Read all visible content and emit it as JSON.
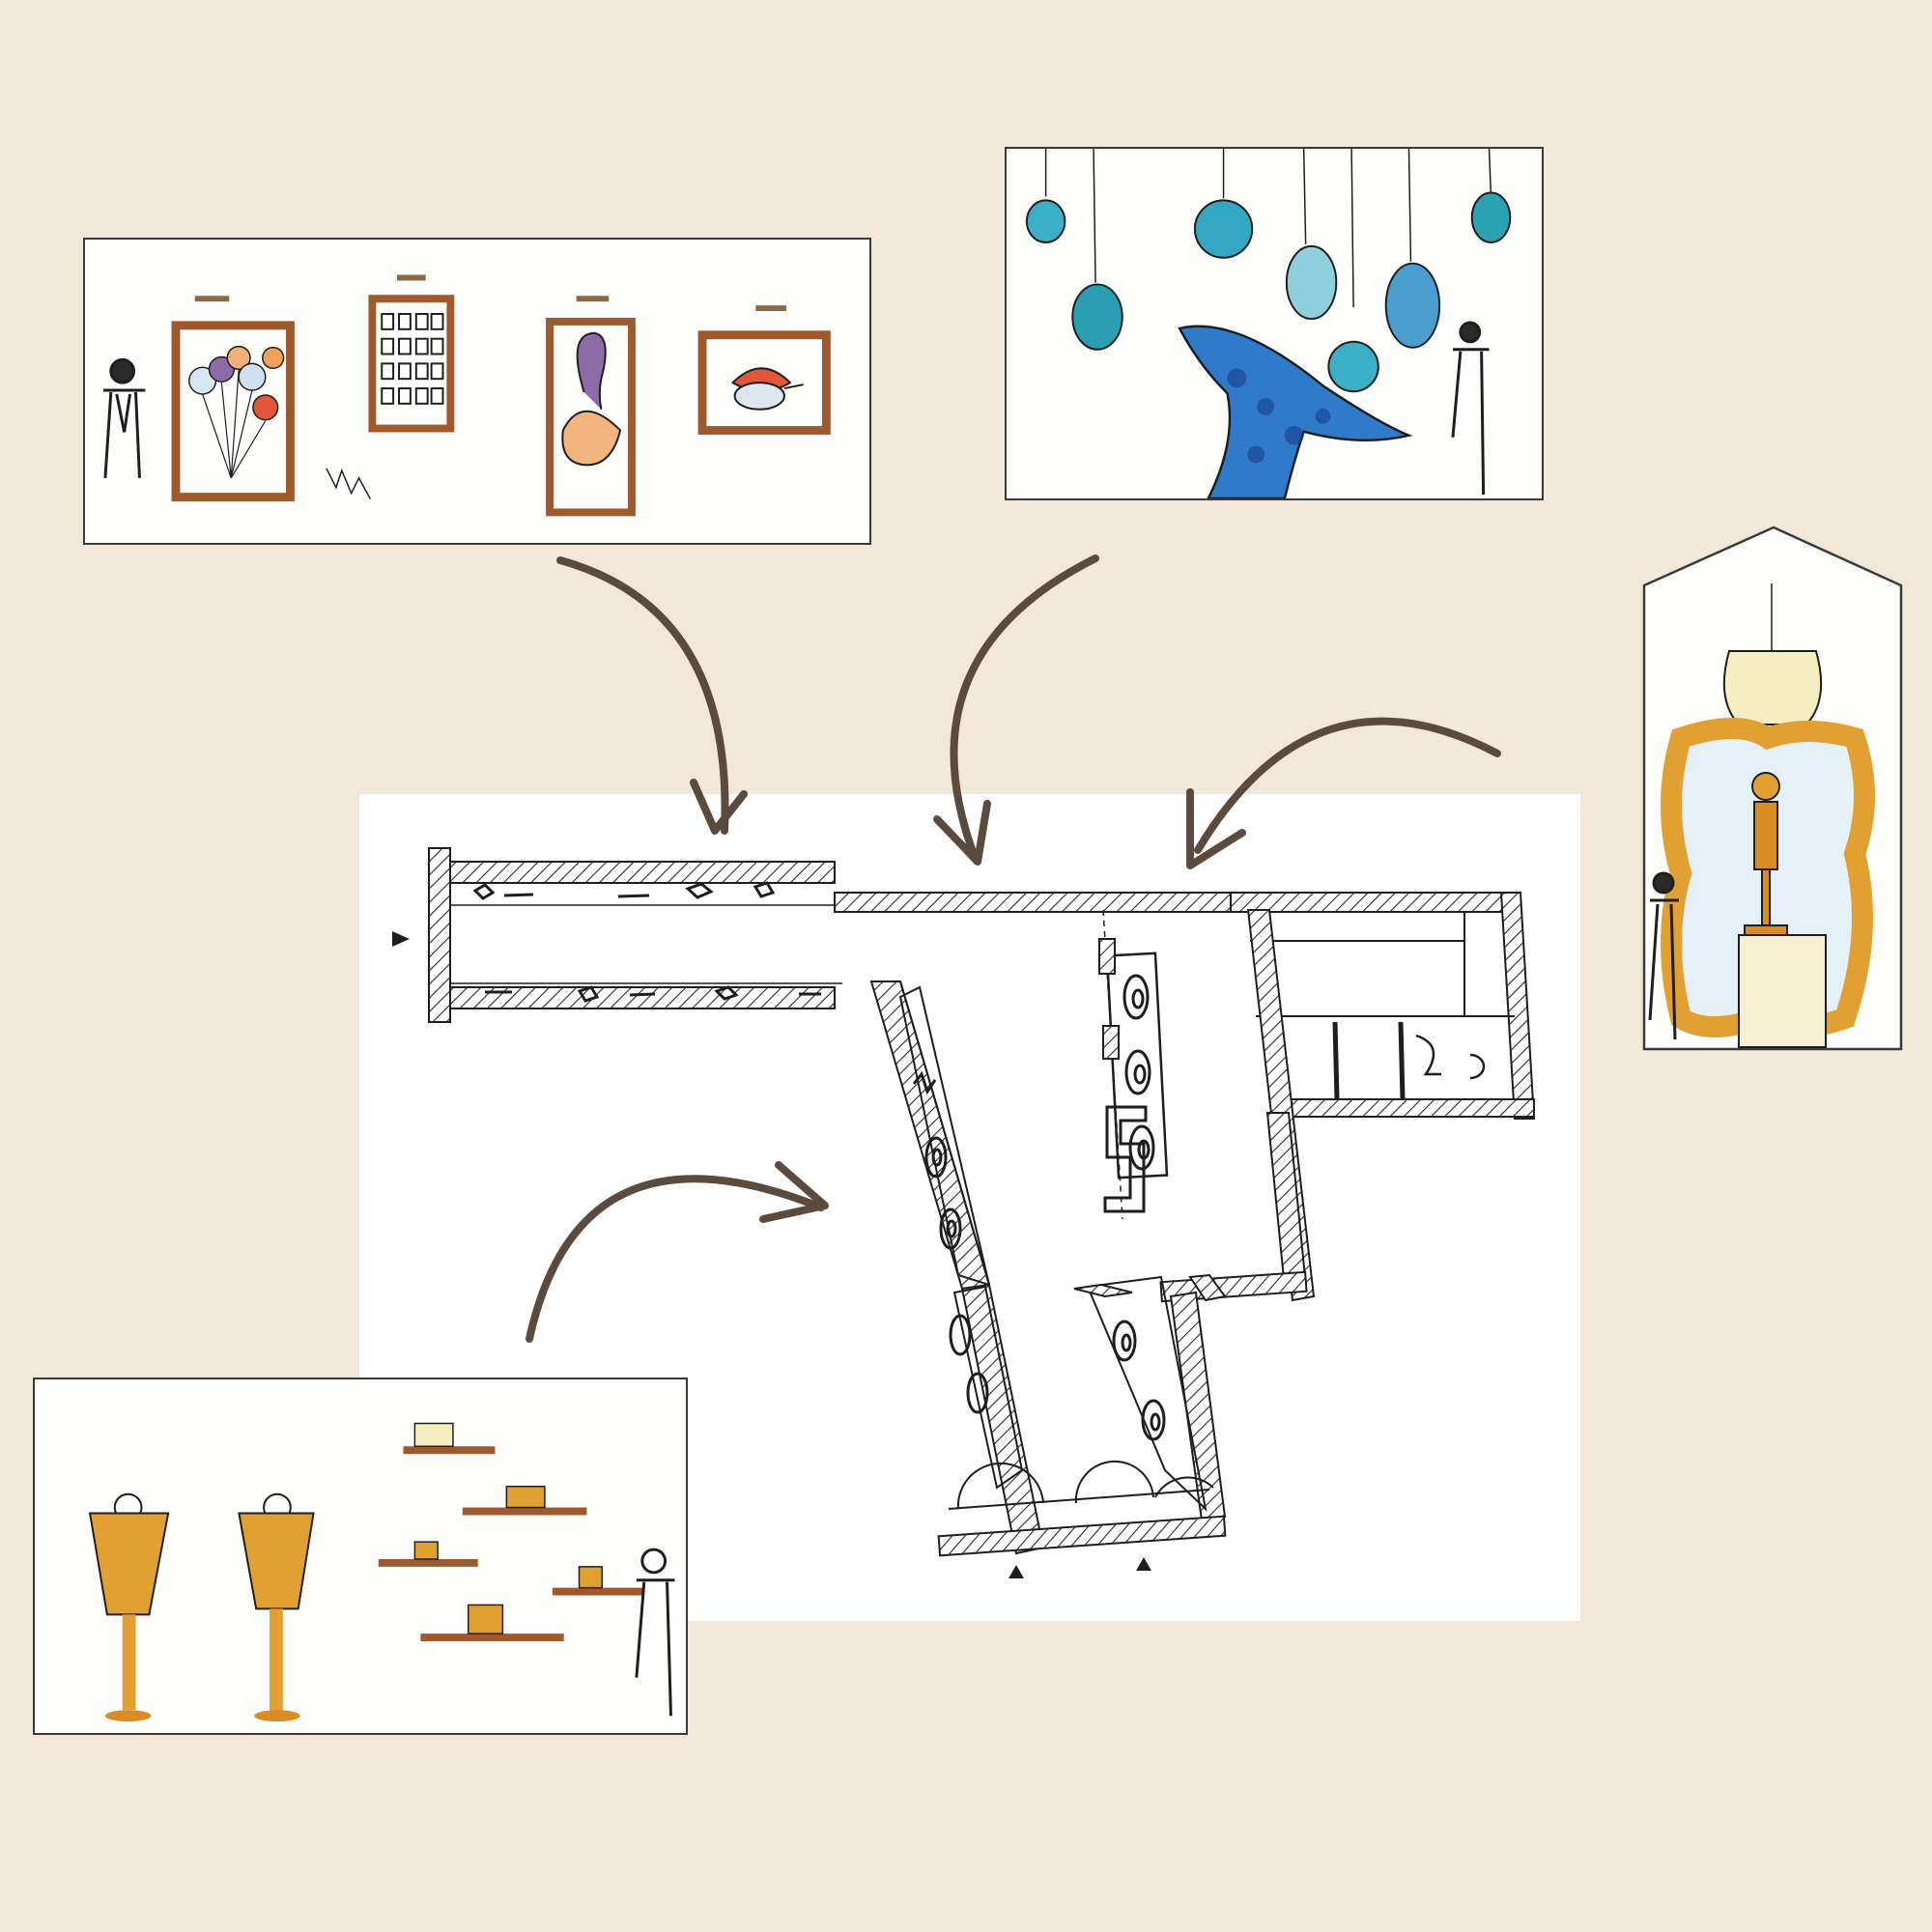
{
  "canvas": {
    "background": "#f2e8da"
  },
  "colors": {
    "arrow": "#5b4a3e",
    "wood": "#a0592c",
    "ochre": "#e3a032",
    "blue": "#2f7bc9",
    "teal": "#25a6b8",
    "ink": "#1e1e1e",
    "hatch": "#2a2a2a"
  },
  "sketches": [
    {
      "id": "gallery-frames",
      "depicts": [
        "stick-figure",
        "balloons-painting",
        "grid-painting",
        "swan-painting",
        "bird-painting"
      ]
    },
    {
      "id": "hanging-lights",
      "depicts": [
        "pendant-lights",
        "blue-whale-sculpture",
        "stick-figure"
      ]
    },
    {
      "id": "arched-niche",
      "depicts": [
        "wavy-wood-frame",
        "pendant-lamp",
        "figure-on-plinth",
        "stick-figure"
      ]
    },
    {
      "id": "mannequins-shelves",
      "depicts": [
        "mannequin",
        "mannequin",
        "shelves-with-bags",
        "stick-figure"
      ]
    }
  ],
  "floor_plan": {
    "id": "floor-plan",
    "entrances": 3
  },
  "arrows": [
    "gallery-to-plan",
    "lights-to-plan",
    "niche-to-plan",
    "shelves-to-plan"
  ]
}
